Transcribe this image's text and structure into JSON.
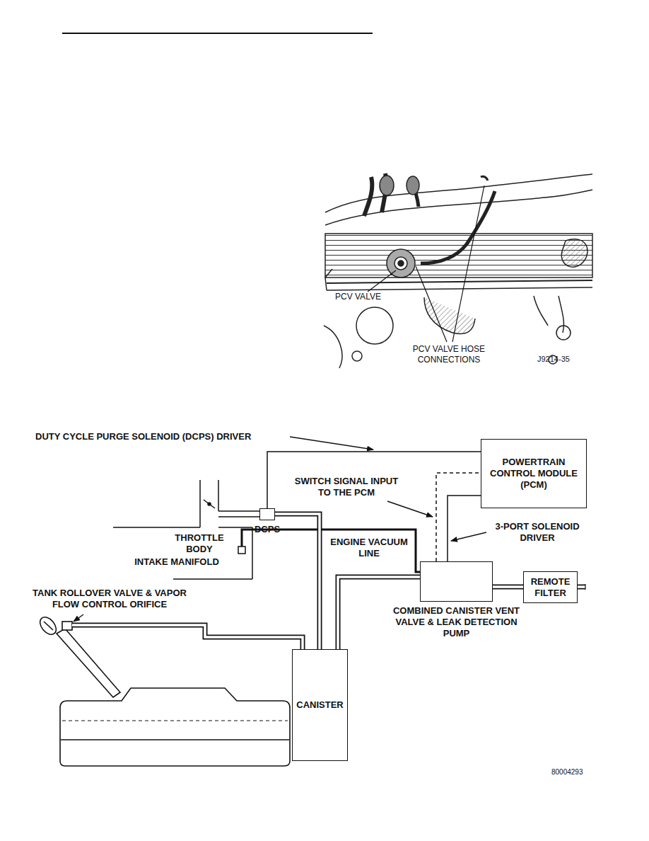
{
  "diagram": {
    "nodes": [
      {
        "text": [
          "POWERTRAIN CONTROL MODULE (PCM)"
        ]
      },
      {
        "text": [
          "DCPS"
        ]
      },
      {
        "text": [
          "COMBINED CANISTER VENT VALVE & LEAK DETECTION PUMP"
        ]
      },
      {
        "text": [
          "REMOTE FILTER"
        ]
      },
      {
        "text": [
          "CANISTER"
        ]
      }
    ],
    "edges": [
      {
        "from": 1,
        "to": 0,
        "arrow": "none"
      },
      {
        "from": 2,
        "to": 0,
        "arrow": "none"
      },
      {
        "from": 2,
        "to": 0,
        "arrow": "none"
      },
      {
        "from": 2,
        "to": 3,
        "arrow": "none"
      },
      {
        "from": 2,
        "to": 4,
        "arrow": "none"
      },
      {
        "from": 1,
        "to": 4,
        "arrow": "none"
      }
    ],
    "labels": [
      "PCV VALVE",
      "PCV VALVE HOSE CONNECTIONS",
      "J9214-35",
      "DUTY CYCLE PURGE SOLENOID (DCPS) DRIVER",
      "SWITCH SIGNAL INPUT TO THE PCM",
      "3-PORT SOLENOID DRIVER",
      "THROTTLE BODY",
      "ENGINE VACUUM LINE",
      "INTAKE MANIFOLD",
      "TANK ROLLOVER VALVE & VAPOR FLOW CONTROL ORIFICE",
      "80004293"
    ]
  }
}
